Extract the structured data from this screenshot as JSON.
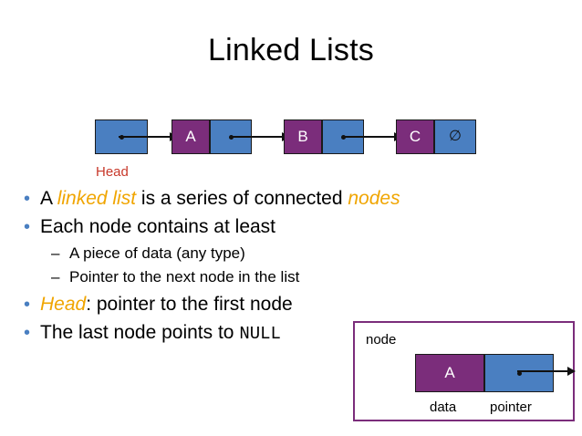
{
  "slide": {
    "title": "Linked Lists"
  },
  "diagram": {
    "head_label": "Head",
    "null_symbol": "∅",
    "nodes": [
      {
        "data": "",
        "type": "head-pointer"
      },
      {
        "data": "A",
        "type": "node"
      },
      {
        "data": "B",
        "type": "node"
      },
      {
        "data": "C",
        "type": "node-null"
      }
    ]
  },
  "bullets": [
    {
      "level": 1,
      "parts": [
        {
          "text": "A ",
          "style": "plain"
        },
        {
          "text": "linked list",
          "style": "emphasis"
        },
        {
          "text": " is a series of connected ",
          "style": "plain"
        },
        {
          "text": "nodes",
          "style": "emphasis"
        }
      ]
    },
    {
      "level": 1,
      "parts": [
        {
          "text": "Each node contains at least",
          "style": "plain"
        }
      ]
    },
    {
      "level": 2,
      "parts": [
        {
          "text": "A piece of data (any type)",
          "style": "plain"
        }
      ]
    },
    {
      "level": 2,
      "parts": [
        {
          "text": "Pointer to the next node in the list",
          "style": "plain"
        }
      ]
    },
    {
      "level": 1,
      "parts": [
        {
          "text": "Head",
          "style": "emphasis"
        },
        {
          "text": ": pointer to the first node",
          "style": "plain"
        }
      ]
    },
    {
      "level": 1,
      "parts": [
        {
          "text": "The last node points to ",
          "style": "plain"
        },
        {
          "text": "NULL",
          "style": "mono"
        }
      ]
    }
  ],
  "inset": {
    "node_label": "node",
    "cell_data": "A",
    "data_label": "data",
    "pointer_label": "pointer"
  },
  "colors": {
    "data_cell": "#7b2d7b",
    "pointer_cell": "#4a7fc1",
    "emphasis": "#f0a500",
    "head_label": "#c8392b",
    "inset_border": "#7b2d7b"
  }
}
